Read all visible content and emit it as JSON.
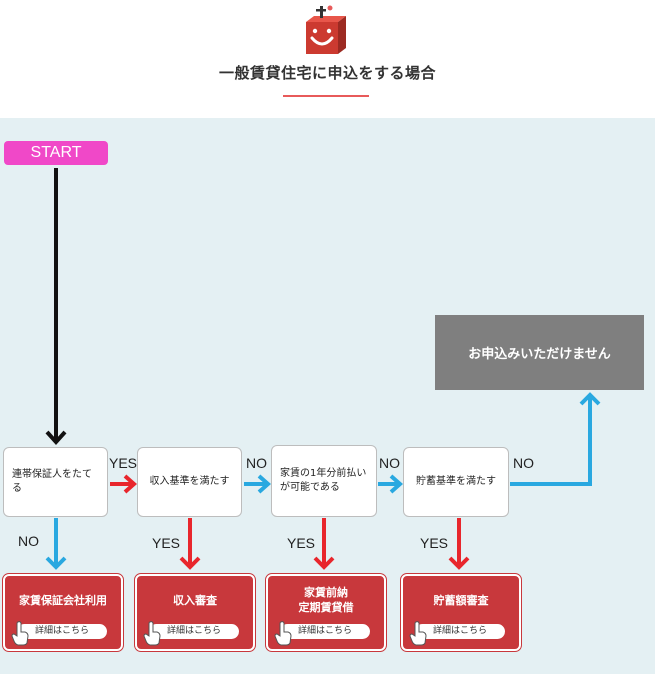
{
  "header": {
    "logo_icon": "smiling-box-mascot-icon",
    "title": "一般賃貸住宅に申込をする場合"
  },
  "colors": {
    "start": "#f048c8",
    "yes_arrow": "#e8262c",
    "no_arrow": "#29a8e0",
    "flow_arrow": "#111111",
    "card": "#c8383c",
    "end_box": "#7f7f7f",
    "panel": "#e4f0f3",
    "title_rule": "#e85a5a"
  },
  "flow": {
    "start": "START",
    "nodes": [
      {
        "id": "guarantor",
        "text": "連帯保証人をたてる"
      },
      {
        "id": "income",
        "text": "収入基準を満たす"
      },
      {
        "id": "prepay",
        "text": "家賃の1年分前払いが可能である"
      },
      {
        "id": "savings",
        "text": "貯蓄基準を満たす"
      }
    ],
    "end": "お申込みいただけません",
    "labels": {
      "yes": "YES",
      "no": "NO"
    }
  },
  "cards": [
    {
      "title": "家賃保証会社利用",
      "link": "詳細はこちら"
    },
    {
      "title": "収入審査",
      "link": "詳細はこちら"
    },
    {
      "title": "家賃前納\n定期賃貸借",
      "title_line1": "家賃前納",
      "title_line2": "定期賃貸借",
      "link": "詳細はこちら"
    },
    {
      "title": "貯蓄額審査",
      "link": "詳細はこちら"
    }
  ]
}
